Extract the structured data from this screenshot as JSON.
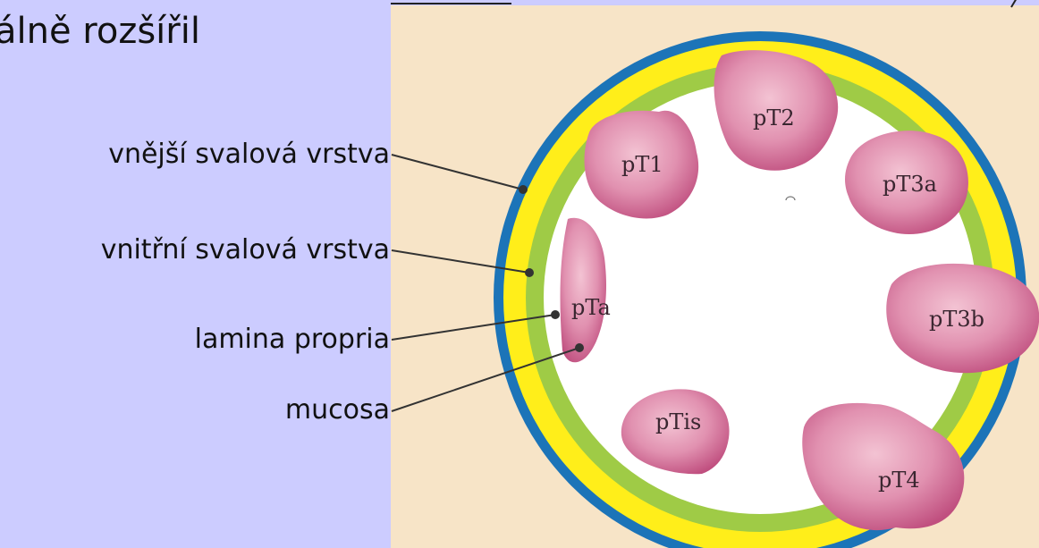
{
  "heading": "álně rozšířil",
  "layers": [
    {
      "label": "vnější svalová vrstva",
      "color": "#1c74b8"
    },
    {
      "label": "vnitřní svalová vrstva",
      "color": "#ffee1a"
    },
    {
      "label": "lamina propria",
      "color": "#9fcb46"
    },
    {
      "label": "mucosa",
      "color": "#ffffff"
    }
  ],
  "tumors": [
    "pT1",
    "pT2",
    "pT3a",
    "pTa",
    "pT3b",
    "pTis",
    "pT4"
  ],
  "colors": {
    "slide_background": "#ccccff",
    "diagram_background": "#f7e4c7",
    "tumor": "#d16890"
  }
}
